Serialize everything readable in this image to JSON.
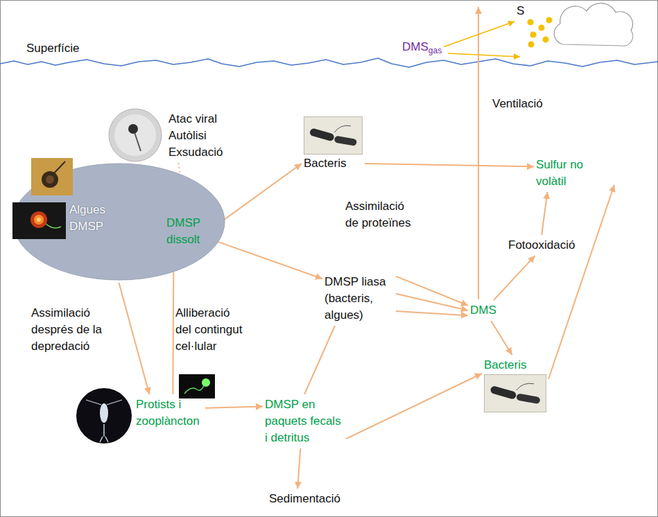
{
  "diagram": {
    "nodes": [
      {
        "text": [
          "DMS",
          "gas"
        ]
      },
      {
        "text": [
          "S"
        ]
      },
      {
        "text": [
          "Atac viral Autòlisi Exsudació"
        ]
      },
      {
        "text": [
          "Algues DMSP"
        ]
      },
      {
        "text": [
          "DMSP dissolt"
        ],
        "in": 3
      },
      {
        "text": [
          "Bacteris"
        ]
      },
      {
        "text": [
          "Sulfur no volàtil"
        ]
      },
      {
        "text": [
          "DMSP liasa (bacteris, algues)"
        ]
      },
      {
        "text": [
          "Fotooxidació"
        ]
      },
      {
        "text": [
          "DMS"
        ]
      },
      {
        "text": [
          "Bacteris"
        ]
      },
      {
        "text": [
          "Protists i zooplàncton"
        ]
      },
      {
        "text": [
          "DMSP en paquets fecals i detritus"
        ]
      },
      {
        "text": [
          "Sedimentació"
        ]
      }
    ],
    "edges": [
      {
        "from": 0,
        "to": 1,
        "arrow": "to"
      },
      {
        "from": 2,
        "to": 4,
        "arrow": "to"
      },
      {
        "from": 4,
        "to": 5,
        "arrow": "to"
      },
      {
        "from": 4,
        "to": 7,
        "arrow": "to"
      },
      {
        "from": 5,
        "to": 6,
        "arrow": "to"
      },
      {
        "from": 7,
        "to": 9,
        "arrow": "to"
      },
      {
        "from": 7,
        "to": 9,
        "arrow": "to"
      },
      {
        "from": 7,
        "to": 9,
        "arrow": "to"
      },
      {
        "from": 9,
        "to": 8,
        "arrow": "to"
      },
      {
        "from": 8,
        "to": 6,
        "arrow": "to"
      },
      {
        "from": 9,
        "to": 10,
        "arrow": "to"
      },
      {
        "from": 10,
        "to": 6,
        "arrow": "to"
      },
      {
        "from": 3,
        "to": 11,
        "arrow": "to"
      },
      {
        "from": 11,
        "to": 4,
        "arrow": "to"
      },
      {
        "from": 11,
        "to": 12,
        "arrow": "to"
      },
      {
        "from": 12,
        "to": 7,
        "arrow": "none"
      },
      {
        "from": 12,
        "to": 10,
        "arrow": "to"
      },
      {
        "from": 12,
        "to": 13,
        "arrow": "to"
      }
    ],
    "labels": [
      "Superfície",
      "Ventilació",
      "Assimilació de proteïnes",
      "Assimilació després de la depredació",
      "Alliberació del contingut cel·lular"
    ]
  }
}
